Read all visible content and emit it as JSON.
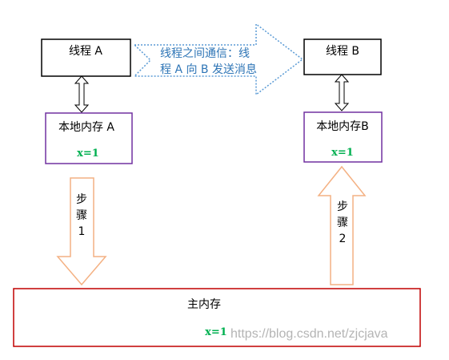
{
  "colors": {
    "thread_border": "#000000",
    "local_memory_border": "#7030a0",
    "main_memory_border": "#c00000",
    "value_text": "#00b050",
    "comm_arrow_border": "#5b9bd5",
    "comm_text": "#2e75b6",
    "step_arrow_border": "#f4b183",
    "connector_border": "#000000",
    "watermark": "#b4b4b4"
  },
  "thread_a": {
    "label": "线程 A"
  },
  "thread_b": {
    "label": "线程 B"
  },
  "communication": {
    "line1": "线程之间通信：线",
    "line2": "程 A 向 B 发送消息"
  },
  "local_memory_a": {
    "label": "本地内存 A",
    "value": "x=1"
  },
  "local_memory_b": {
    "label": "本地内存B",
    "value": "x=1"
  },
  "step1": {
    "line1": "步",
    "line2": "骤",
    "line3": "1"
  },
  "step2": {
    "line1": "步",
    "line2": "骤",
    "line3": "2"
  },
  "main_memory": {
    "label": "主内存",
    "value": "x=1"
  },
  "watermark": "https://blog.csdn.net/zjcjava"
}
